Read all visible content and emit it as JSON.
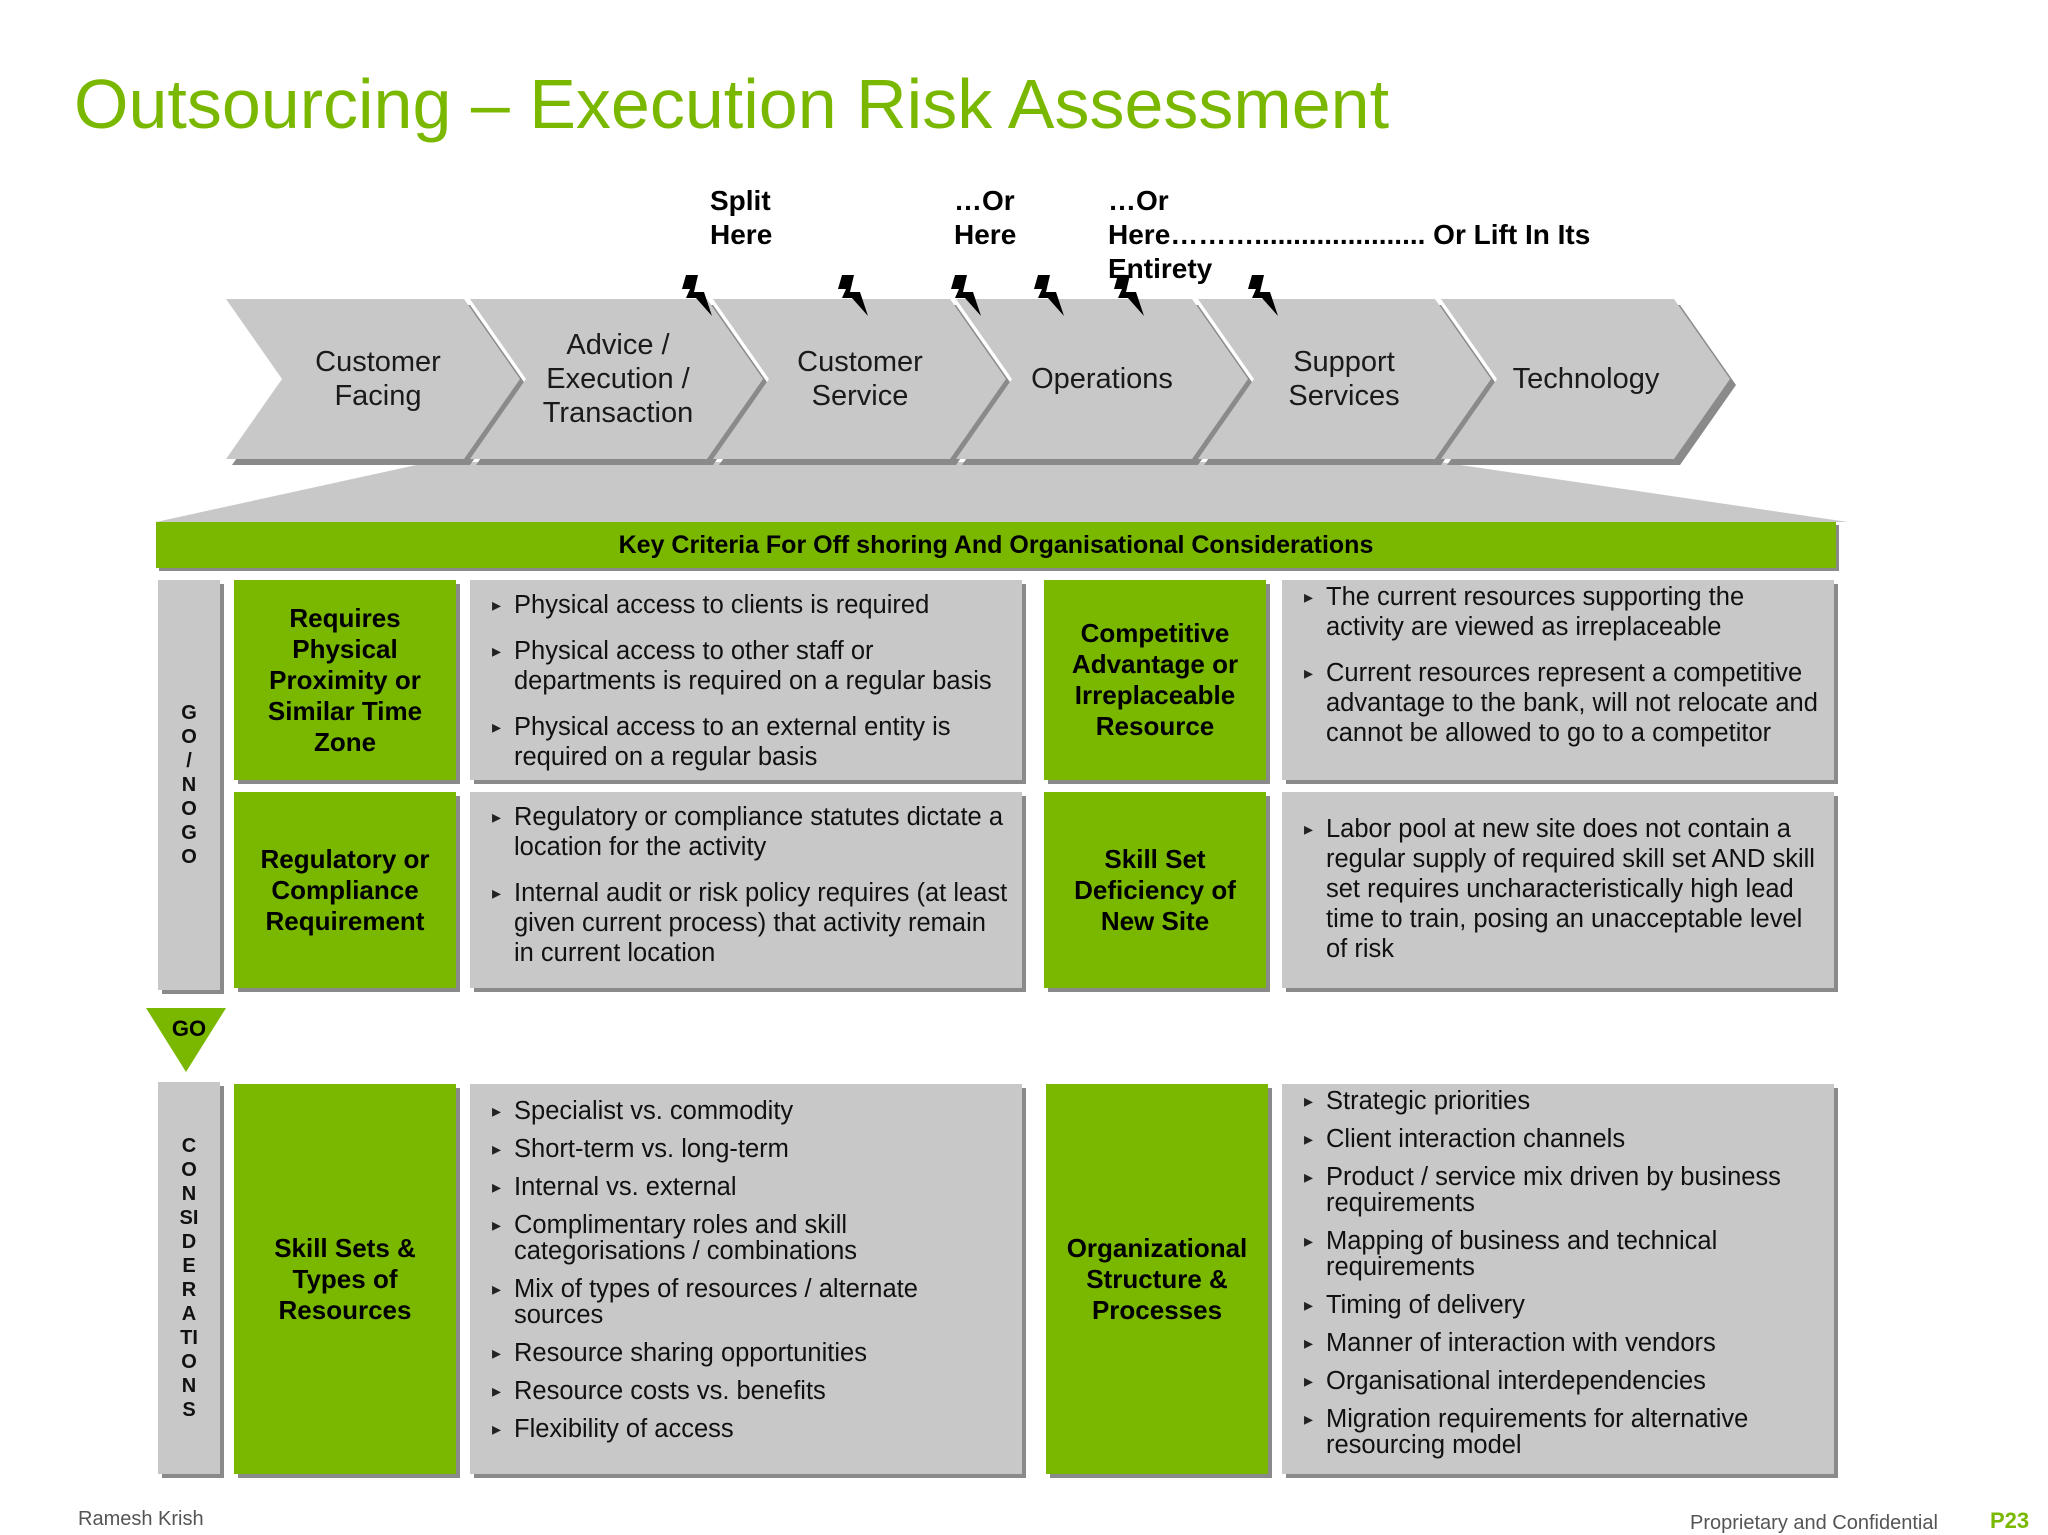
{
  "title": "Outsourcing – Execution Risk Assessment",
  "split_labels": {
    "split_here": "Split\nHere",
    "or_here_1": "…Or\nHere",
    "or_here_2": "…Or\nHere………...................... Or Lift In Its\nEntirety"
  },
  "stages": [
    "Customer\nFacing",
    "Advice /\nExecution /\nTransaction",
    "Customer\nService",
    "Operations",
    "Support\nServices",
    "Technology"
  ],
  "criteria_bar": "Key Criteria For Off shoring And Organisational Considerations",
  "go_no_go_label": "GO / NO GO",
  "go_label": "GO",
  "considerations_label": "CONSIDERATIONS",
  "go_no_go_rows": [
    {
      "left_title": "Requires Physical Proximity or Similar Time Zone",
      "left_bullets": [
        "Physical access to clients is required",
        "Physical access to other staff or departments is required on a regular basis",
        "Physical access to an external entity is required on a regular basis"
      ],
      "right_title": "Competitive Advantage or Irreplaceable Resource",
      "right_bullets": [
        "The current resources supporting the activity are viewed as irreplaceable",
        "Current resources represent a competitive advantage to the bank, will not relocate and cannot be allowed to go to a competitor"
      ]
    },
    {
      "left_title": "Regulatory or Compliance Requirement",
      "left_bullets": [
        "Regulatory or compliance statutes dictate a location for the activity",
        "Internal audit or risk policy requires (at least given current process) that activity remain in current location"
      ],
      "right_title": "Skill Set Deficiency of New Site",
      "right_bullets": [
        "Labor pool at new site does not contain a regular supply of required skill set AND skill set requires uncharacteristically high lead time to train, posing an unacceptable level of risk"
      ]
    }
  ],
  "considerations": {
    "left_title": "Skill Sets & Types of Resources",
    "left_bullets": [
      "Specialist vs. commodity",
      "Short-term vs. long-term",
      "Internal vs. external",
      "Complimentary roles and skill categorisations / combinations",
      "Mix of types of resources / alternate sources",
      "Resource sharing opportunities",
      "Resource costs vs. benefits",
      "Flexibility of access"
    ],
    "right_title": "Organizational Structure & Processes",
    "right_bullets": [
      "Strategic priorities",
      "Client interaction channels",
      "Product / service mix driven by business requirements",
      "Mapping of business and technical requirements",
      "Timing of delivery",
      "Manner of interaction with vendors",
      "Organisational interdependencies",
      "Migration requirements for alternative resourcing model"
    ]
  },
  "footer": {
    "author": "Ramesh Krish",
    "confidentiality": "Proprietary and Confidential",
    "page": "P23"
  },
  "colors": {
    "accent_green": "#7ab800",
    "box_gray": "#c8c8c9",
    "shadow_gray": "#8a8a8a"
  }
}
